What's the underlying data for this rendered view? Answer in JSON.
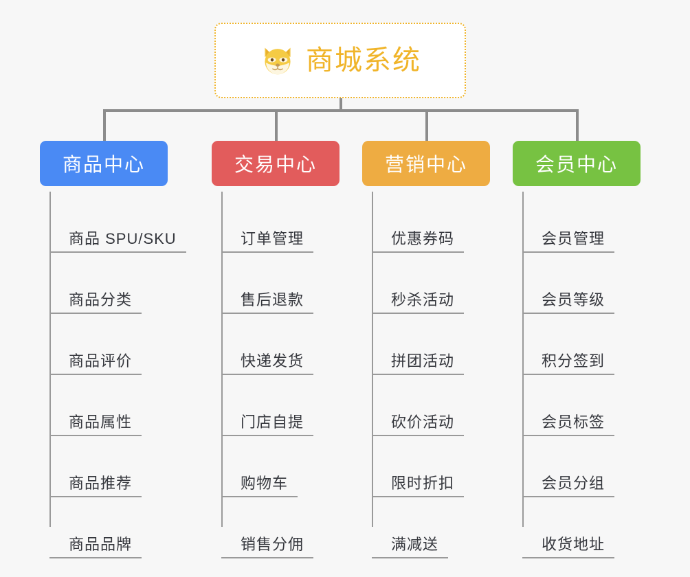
{
  "diagram": {
    "type": "mind-map",
    "background_color": "#f7f7f7",
    "root": {
      "title": "商城系统",
      "icon": "shiba-dog-emoji",
      "text_color": "#f0b429",
      "border_color": "#f0b429",
      "background_color": "#ffffff",
      "border_style": "dotted"
    },
    "connector_color": "#8c8c8c",
    "branches": [
      {
        "label": "商品中心",
        "color": "#4a8af4",
        "items": [
          "商品 SPU/SKU",
          "商品分类",
          "商品评价",
          "商品属性",
          "商品推荐",
          "商品品牌"
        ]
      },
      {
        "label": "交易中心",
        "color": "#e25c5c",
        "items": [
          "订单管理",
          "售后退款",
          "快递发货",
          "门店自提",
          "购物车",
          "销售分佣"
        ]
      },
      {
        "label": "营销中心",
        "color": "#eeac42",
        "items": [
          "优惠券码",
          "秒杀活动",
          "拼团活动",
          "砍价活动",
          "限时折扣",
          "满减送"
        ]
      },
      {
        "label": "会员中心",
        "color": "#77c242",
        "items": [
          "会员管理",
          "会员等级",
          "积分签到",
          "会员标签",
          "会员分组",
          "收货地址"
        ]
      }
    ]
  }
}
